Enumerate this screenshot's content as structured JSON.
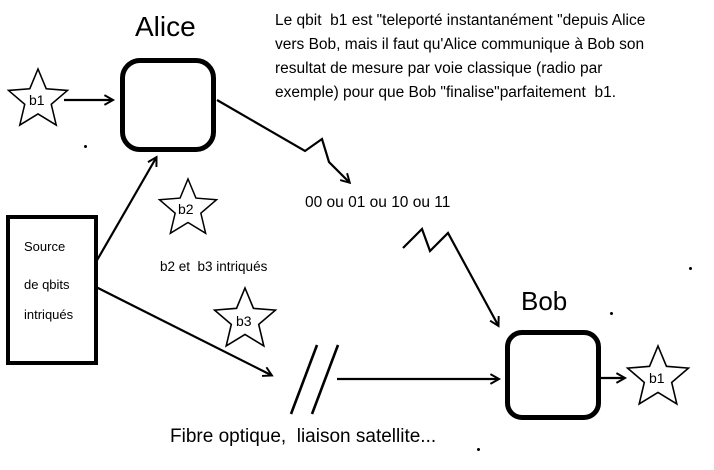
{
  "titles": {
    "alice": "Alice",
    "bob": "Bob"
  },
  "paragraph": {
    "line1": "Le qbit  b1 est \"teleporté instantanément \"depuis Alice",
    "line2": "vers Bob, mais il faut qu'Alice communique à Bob son",
    "line3": "resultat de mesure par voie classique (radio par",
    "line4": "exemple) pour que Bob \"finalise\"parfaitement  b1."
  },
  "source_box": {
    "line1": "Source",
    "line2": "de qbits",
    "line3": "intriqués"
  },
  "qubits": {
    "b1_left": "b1",
    "b2": "b2",
    "b3": "b3",
    "b1_right": "b1"
  },
  "annotations": {
    "classical_result": "00 ou 01 ou 10 ou 11",
    "entangled_note": "b2 et  b3 intriqués",
    "channel_note": "Fibre optique,  liaison satellite..."
  },
  "colors": {
    "ink": "#000000",
    "background": "#ffffff"
  }
}
